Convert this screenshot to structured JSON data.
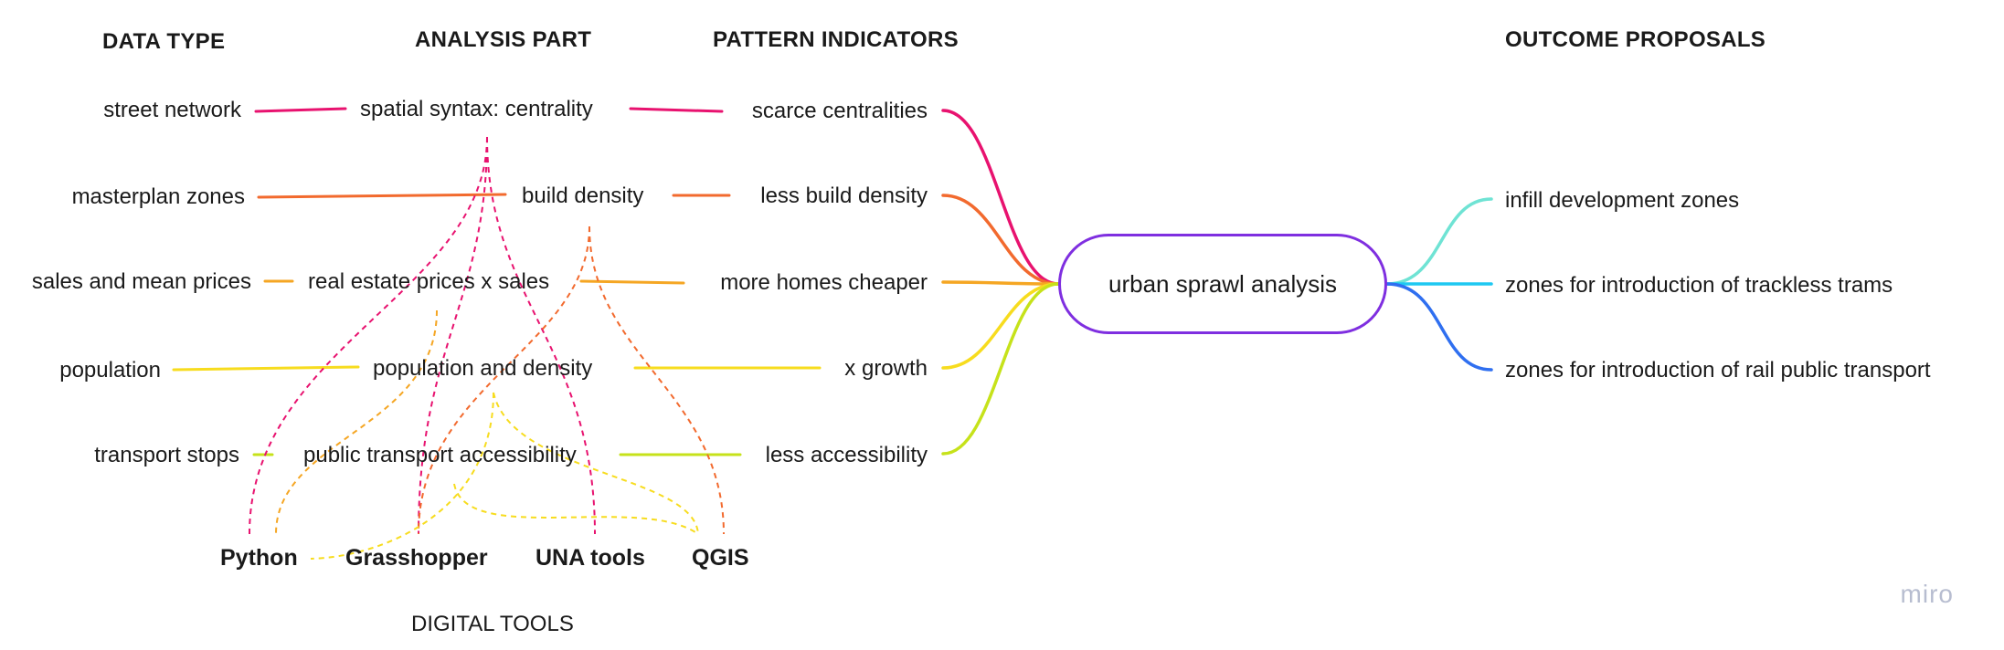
{
  "headers": {
    "data_type": "DATA TYPE",
    "analysis_part": "ANALYSIS PART",
    "pattern_indicators": "PATTERN INDICATORS",
    "outcome_proposals": "OUTCOME PROPOSALS",
    "digital_tools": "DIGITAL TOOLS"
  },
  "data_types": [
    "street network",
    "masterplan zones",
    "sales and mean prices",
    "population",
    "transport stops"
  ],
  "analysis_parts": [
    "spatial syntax: centrality",
    "build density",
    "real estate prices x sales",
    "population and density",
    "public transport accessibility"
  ],
  "pattern_indicators": [
    "scarce centralities",
    "less build density",
    "more homes cheaper",
    "x growth",
    "less accessibility"
  ],
  "central": "urban sprawl analysis",
  "outcome_proposals": [
    "infill development zones",
    "zones for introduction of trackless trams",
    "zones for introduction of rail public transport"
  ],
  "tools": [
    "Python",
    "Grasshopper",
    "UNA tools",
    "QGIS"
  ],
  "brand": "miro",
  "colors": {
    "magenta": "#e8126f",
    "orange": "#f26a2e",
    "amber": "#f5a623",
    "yellow": "#f7dc1e",
    "lime": "#c6e21a",
    "purple": "#7f2fe0",
    "teal": "#6fe3d4",
    "cyan": "#1ec8f2",
    "blue": "#2f6ff0"
  }
}
